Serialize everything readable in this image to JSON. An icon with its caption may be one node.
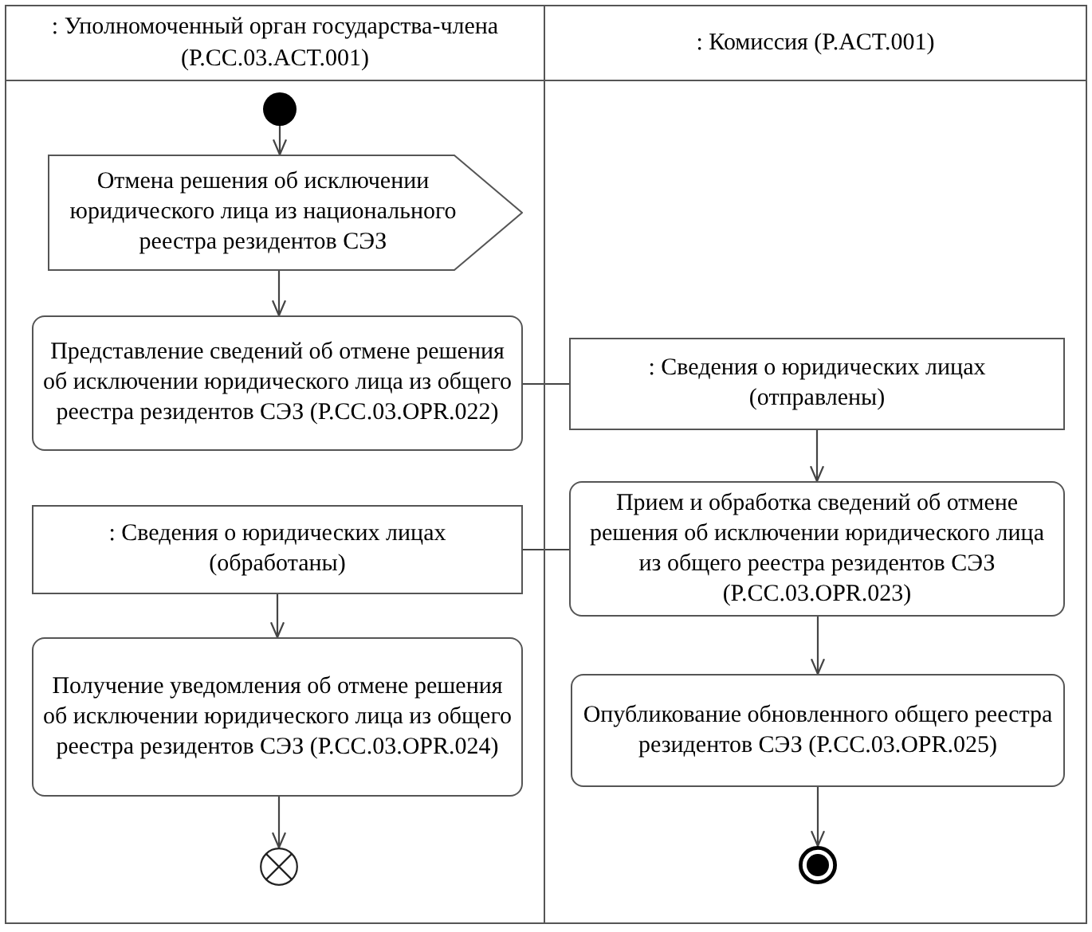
{
  "diagram": {
    "nodes": [
      {
        "text": [
          ": Уполномоченный орган государства-члена (P.CC.03.ACT.001)"
        ]
      },
      {
        "text": [
          ": Комиссия (P.ACT.001)"
        ]
      },
      {
        "text": [],
        "shape": "circle",
        "in": 0
      },
      {
        "text": [
          "Отмена решения об исключении юридического лица из национального реестра резидентов СЭЗ"
        ],
        "in": 0
      },
      {
        "text": [
          "Представление сведений об отмене решения об исключении юридического лица из общего реестра резидентов СЭЗ (P.CC.03.OPR.022)"
        ],
        "in": 0
      },
      {
        "text": [
          ": Сведения о юридических лицах (отправлены)"
        ],
        "in": 1
      },
      {
        "text": [
          "Прием и обработка сведений об отмене решения об исключении юридического лица из общего реестра резидентов СЭЗ (P.CC.03.OPR.023)"
        ],
        "in": 1
      },
      {
        "text": [
          ": Сведения о юридических лицах (обработаны)"
        ],
        "in": 0
      },
      {
        "text": [
          "Получение уведомления об отмене решения об исключении юридического лица из общего реестра резидентов СЭЗ (P.CC.03.OPR.024)"
        ],
        "in": 0
      },
      {
        "text": [
          "Опубликование обновленного общего реестра резидентов СЭЗ (P.CC.03.OPR.025)"
        ],
        "in": 1
      },
      {
        "text": [],
        "shape": "circle",
        "in": 0
      },
      {
        "text": [],
        "shape": "circle",
        "in": 1
      }
    ],
    "edges": [
      {
        "from": 2,
        "to": 3,
        "arrow": "to"
      },
      {
        "from": 3,
        "to": 4,
        "arrow": "to"
      },
      {
        "from": 4,
        "to": 5,
        "arrow": "none"
      },
      {
        "from": 5,
        "to": 6,
        "arrow": "to"
      },
      {
        "from": 6,
        "to": 7,
        "arrow": "none"
      },
      {
        "from": 7,
        "to": 8,
        "arrow": "to"
      },
      {
        "from": 6,
        "to": 9,
        "arrow": "to"
      },
      {
        "from": 8,
        "to": 10,
        "arrow": "to"
      },
      {
        "from": 9,
        "to": 11,
        "arrow": "to"
      }
    ]
  }
}
